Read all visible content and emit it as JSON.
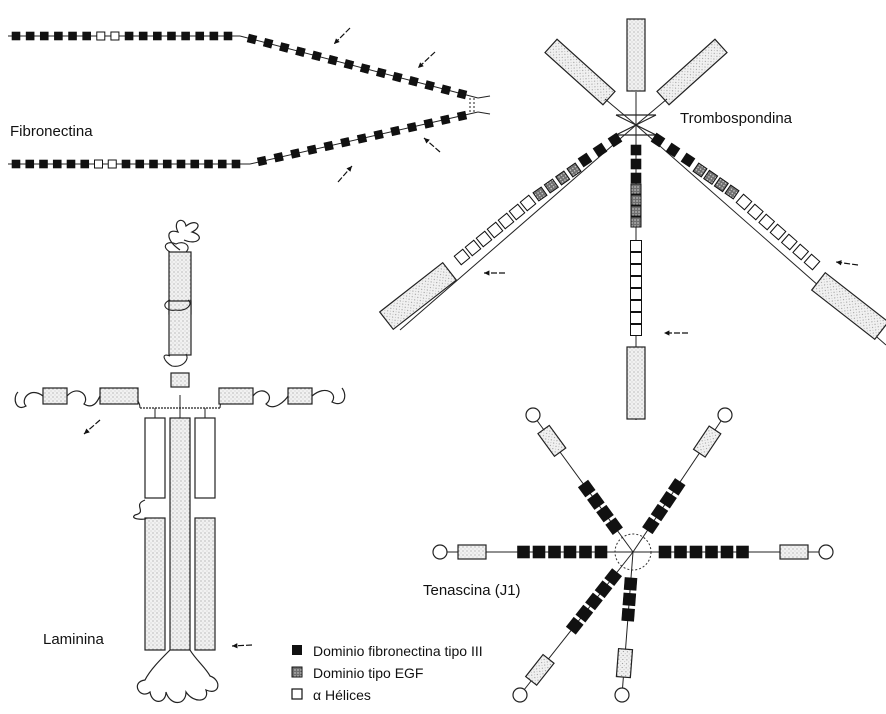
{
  "labels": {
    "fibronectin": "Fibronectina",
    "thrombospondin": "Trombospondina",
    "laminin": "Laminina",
    "tenascin": "Tenascina (J1)"
  },
  "legend": {
    "fn3": "Dominio fibronectina tipo III",
    "egf": "Dominio tipo EGF",
    "helix": "α Hélices"
  },
  "colors": {
    "fn3": "#111111",
    "egf": "#8c8c8c",
    "helix": "#ffffff",
    "stroke": "#222222"
  }
}
